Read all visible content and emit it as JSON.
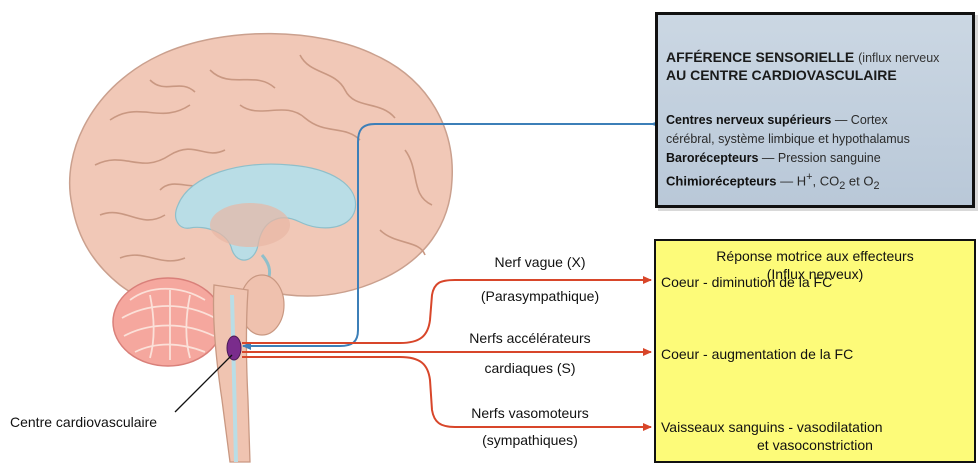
{
  "afferent": {
    "title_line1": "AFFÉRENCE SENSORIELLE",
    "title_note": "(influx nerveux",
    "title_line2": "AU CENTRE CARDIOVASCULAIRE",
    "item1_bold": "Centres nerveux supérieurs",
    "item1_text": " — Cortex",
    "item1_cont": "cérébral, système limbique et hypothalamus",
    "item2_bold": "Barorécepteurs",
    "item2_text": " — Pression sanguine",
    "item3_bold": "Chimiorécepteurs",
    "item3_text": " — H",
    "item3_sup": "+",
    "item3_mid": ", CO",
    "item3_sub": "2",
    "item3_end": " et O",
    "item3_sub2": "2"
  },
  "efferent": {
    "title_line1": "Réponse motrice aux effecteurs",
    "title_line2": "(Influx nerveux)",
    "response1": "Coeur - diminution de la FC",
    "response2": "Coeur - augmentation de la FC",
    "response3_line1": "Vaisseaux sanguins - vasodilatation",
    "response3_line2": "et vasoconstriction"
  },
  "nerves": {
    "vagus_line1": "Nerf vague (X)",
    "vagus_line2": "(Parasympathique)",
    "accel_line1": "Nerfs accélérateurs",
    "accel_line2": "cardiaques (S)",
    "vaso_line1": "Nerfs vasomoteurs",
    "vaso_line2": "(sympathiques)"
  },
  "labels": {
    "center": "Centre cardiovasculaire"
  },
  "colors": {
    "afferent_arrow": "#3c7fb8",
    "efferent_arrow": "#d8462a",
    "efferent_box": "#fdfb79",
    "center_spot": "#7a2c8c"
  }
}
